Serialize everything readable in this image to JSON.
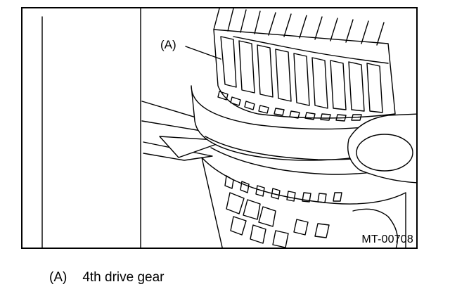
{
  "figure": {
    "callout_label": "(A)",
    "figure_code": "MT-00708"
  },
  "legend": {
    "items": [
      {
        "key": "(A)",
        "text": "4th drive gear"
      }
    ]
  }
}
